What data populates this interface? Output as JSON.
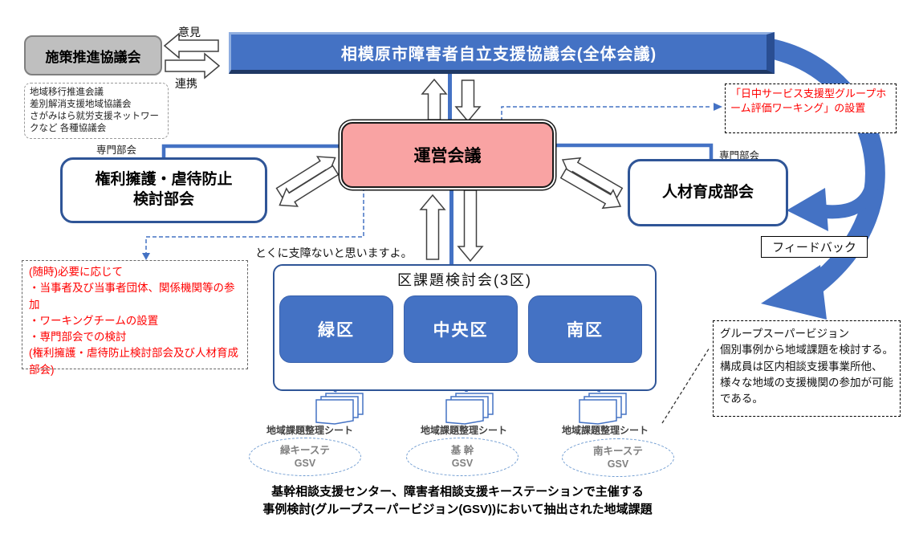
{
  "banner": {
    "title": "相模原市障害者自立支援協議会(全体会議)"
  },
  "policy": {
    "title": "施策推進協議会",
    "subitems": "地域移行推進会議\n差別解消支援地域協議会\nさがみはら就労支援ネットワー\nクなど 各種協議会"
  },
  "arrows": {
    "opinion": "意見",
    "cooperation": "連携",
    "feedback": "フィードバック"
  },
  "steering": {
    "title": "運営会議"
  },
  "committees": {
    "left": {
      "tag": "専門部会",
      "title": "権利擁護・虐待防止\n検討部会"
    },
    "right": {
      "tag": "専門部会",
      "title": "人材育成部会"
    }
  },
  "notes": {
    "gh_working": "「日中サービス支援型グループホーム評価ワーキング」の設置",
    "asneeded": "(随時)必要に応じて\n・当事者及び当事者団体、関係機関等の参加\n・ワーキングチームの設置\n・専門部会での検討\n(権利擁護・虐待防止検討部会及び人材育成部会)",
    "casual": "とくに支障ないと思いますよ。",
    "gsv": "グループスーパービジョン\n個別事例から地域課題を検討する。構成員は区内相談支援事業所他、様々な地域の支援機関の参加が可能である。",
    "bottom": "基幹相談支援センター、障害者相談支援キーステーションで主催する\n事例検討(グループスーパービジョン(GSV))において抽出された地域課題"
  },
  "wards": {
    "title": "区課題検討会(3区)",
    "items": [
      "緑区",
      "中央区",
      "南区"
    ]
  },
  "gsv": {
    "sheet_label": "地域課題整理シート",
    "ellipses": [
      "緑キーステ\nGSV",
      "基 幹\nGSV",
      "南キーステ\nGSV"
    ]
  },
  "colors": {
    "accent_blue": "#4472C4",
    "dark_blue": "#2F5597",
    "steering_pink": "#F9A3A3",
    "policy_gray": "#BFBFBF",
    "note_red": "#FF0000"
  }
}
